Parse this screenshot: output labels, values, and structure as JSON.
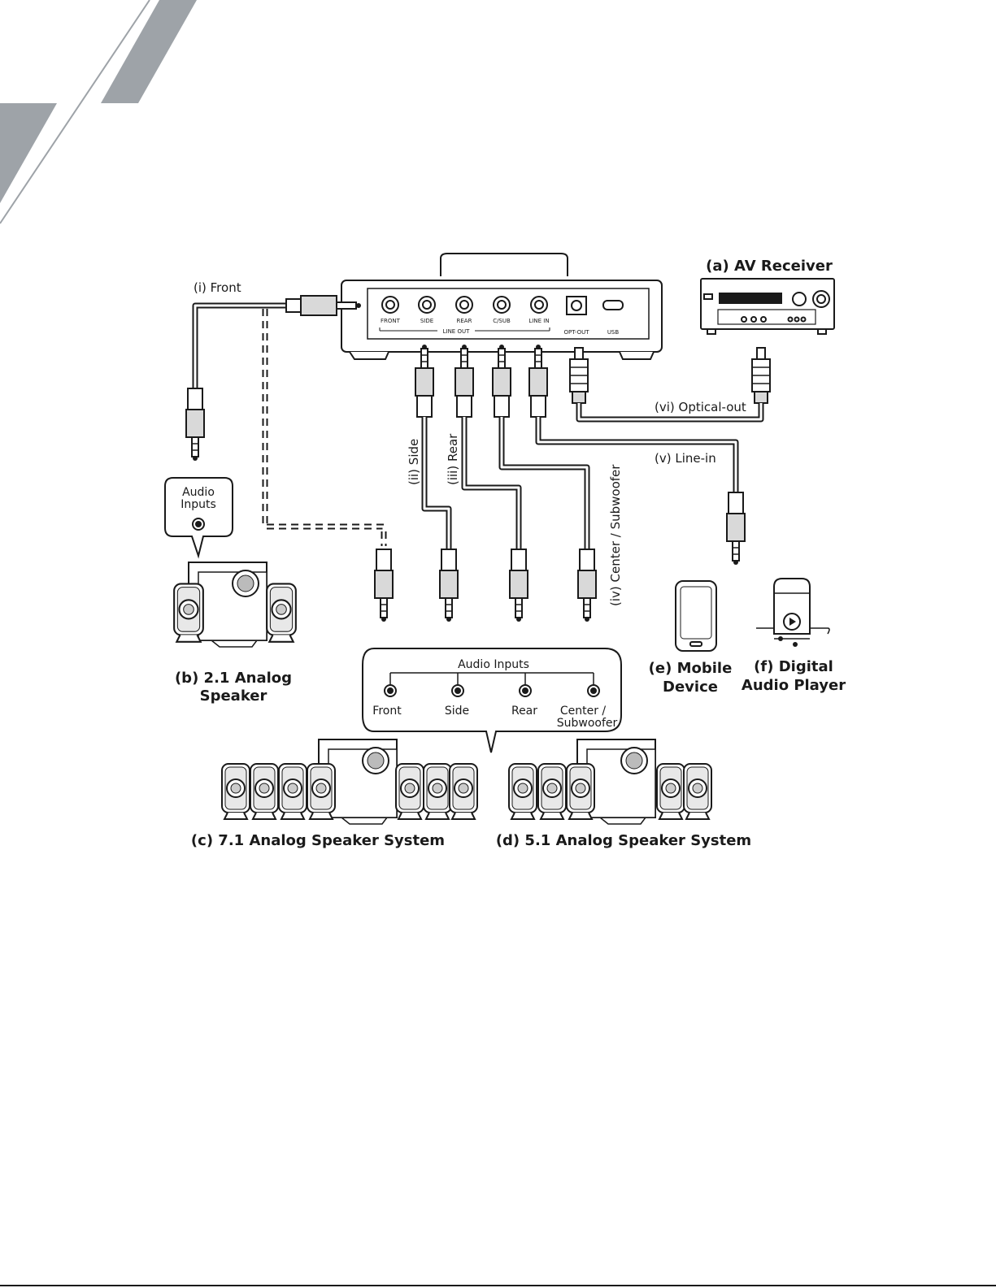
{
  "device": {
    "ports": [
      "FRONT",
      "SIDE",
      "REAR",
      "C/SUB",
      "LINE IN",
      "OPT-OUT",
      "USB"
    ],
    "line_out_label": "LINE OUT"
  },
  "cables": {
    "front": "(i) Front",
    "side": "(ii) Side",
    "rear": "(iii) Rear",
    "center_sub": "(iv) Center / Subwoofer",
    "line_in": "(v) Line-in",
    "optical_out": "(vi) Optical-out"
  },
  "devices": {
    "av_receiver": "(a) AV Receiver",
    "analog_21_line1": "(b) 2.1 Analog",
    "analog_21_line2": "Speaker",
    "speaker_71": "(c) 7.1 Analog Speaker System",
    "speaker_51": "(d) 5.1 Analog Speaker System",
    "mobile_line1": "(e) Mobile",
    "mobile_line2": "Device",
    "player_line1": "(f) Digital",
    "player_line2": "Audio Player"
  },
  "callout_21": {
    "line1": "Audio",
    "line2": "Inputs"
  },
  "callout_surround": {
    "title": "Audio Inputs",
    "jacks": [
      "Front",
      "Side",
      "Rear",
      "Center /",
      "Subwoofer"
    ]
  }
}
